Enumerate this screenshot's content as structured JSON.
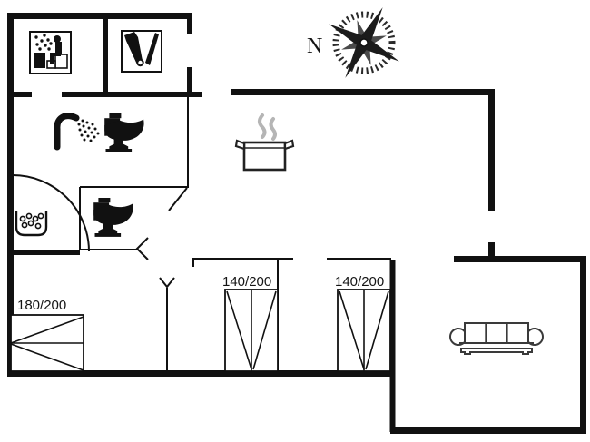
{
  "document": {
    "type": "holiday-home-floor-plan"
  },
  "compass": {
    "north_label": "N"
  },
  "beds": [
    {
      "room": "bedroom-left",
      "size": "180/200"
    },
    {
      "room": "bedroom-middle",
      "size": "140/200"
    },
    {
      "room": "bedroom-right",
      "size": "140/200"
    }
  ],
  "fixtures": [
    "sauna",
    "bottles",
    "shower",
    "toilet",
    "toilet",
    "whirlpool",
    "cooking-pot",
    "sofa",
    "compass-rose"
  ],
  "colors": {
    "wall": "#111111",
    "background": "#ffffff",
    "steam": "#b5b5b5",
    "furniture": "#3a3a3a"
  }
}
